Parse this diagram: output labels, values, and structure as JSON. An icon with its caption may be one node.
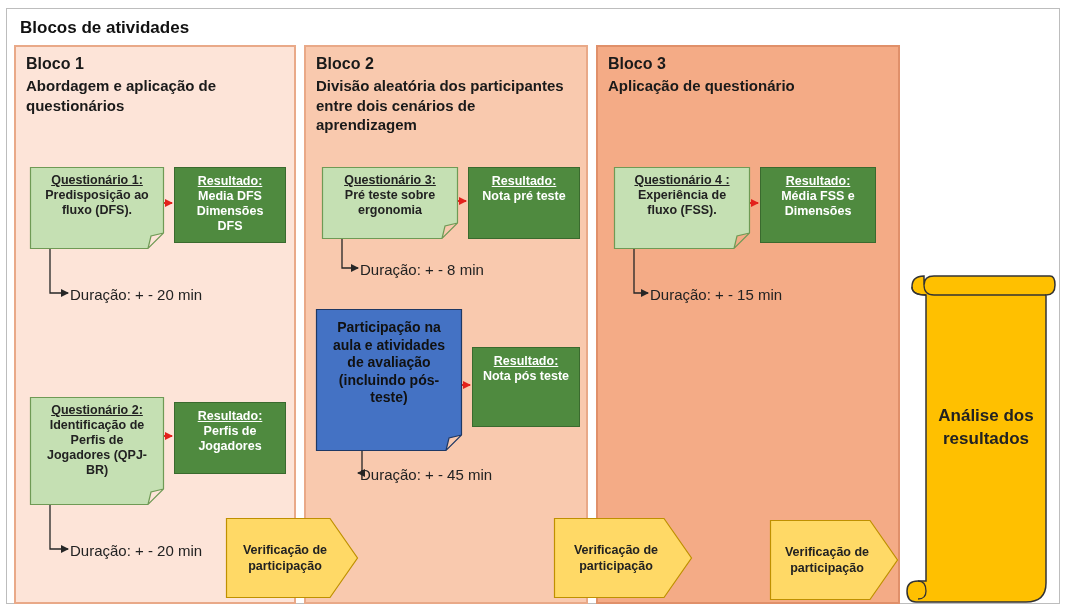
{
  "diagram": {
    "title": "Blocos de atividades",
    "nodes": [
      {
        "text": [
          "Bloco 1",
          "Abordagem e aplicação de questionários"
        ]
      },
      {
        "text": [
          "Questionário 1:",
          "Predisposição ao fluxo (DFS)."
        ],
        "in": 0
      },
      {
        "text": [
          "Resultado:",
          "Media DFS Dimensões DFS"
        ],
        "in": 0
      },
      {
        "text": [
          "Duração: + - 20 min"
        ],
        "in": 0
      },
      {
        "text": [
          "Questionário 2:",
          "Identificação de Perfis de Jogadores (QPJ-BR)"
        ],
        "in": 0
      },
      {
        "text": [
          "Resultado:",
          "Perfis de Jogadores"
        ],
        "in": 0
      },
      {
        "text": [
          "Duração: + - 20 min"
        ],
        "in": 0
      },
      {
        "text": [
          "Bloco 2",
          "Divisão aleatória dos participantes entre dois cenários de aprendizagem"
        ]
      },
      {
        "text": [
          "Questionário 3:",
          "Pré teste sobre ergonomia"
        ],
        "in": 7
      },
      {
        "text": [
          "Resultado:",
          "Nota pré teste"
        ],
        "in": 7
      },
      {
        "text": [
          "Duração: + - 8 min"
        ],
        "in": 7
      },
      {
        "text": [
          "Participação na aula e atividades de avaliação (incluindo pós-teste)"
        ],
        "in": 7
      },
      {
        "text": [
          "Resultado:",
          "Nota pós teste"
        ],
        "in": 7
      },
      {
        "text": [
          "Duração: + - 45 min"
        ],
        "in": 7
      },
      {
        "text": [
          "Bloco 3",
          "Aplicação de questionário"
        ]
      },
      {
        "text": [
          "Questionário 4 :",
          "Experiência de fluxo (FSS)."
        ],
        "in": 14
      },
      {
        "text": [
          "Resultado:",
          "Média FSS e Dimensões"
        ],
        "in": 14
      },
      {
        "text": [
          "Duração: + - 15 min"
        ],
        "in": 14
      },
      {
        "text": [
          "Verificação de participação"
        ]
      },
      {
        "text": [
          "Verificação de participação"
        ]
      },
      {
        "text": [
          "Verificação de participação"
        ],
        "in": 14
      },
      {
        "text": [
          "Análise dos resultados"
        ]
      }
    ],
    "edges": [
      {
        "from": 1,
        "to": 2,
        "arrow": "to"
      },
      {
        "from": 1,
        "to": 3,
        "arrow": "to",
        "color": "#262626"
      },
      {
        "from": 4,
        "to": 5,
        "arrow": "to"
      },
      {
        "from": 4,
        "to": 6,
        "arrow": "to",
        "color": "#262626"
      },
      {
        "from": 8,
        "to": 9,
        "arrow": "to"
      },
      {
        "from": 8,
        "to": 10,
        "arrow": "to",
        "color": "#262626"
      },
      {
        "from": 11,
        "to": 12,
        "arrow": "to"
      },
      {
        "from": 11,
        "to": 13,
        "arrow": "to",
        "color": "#262626"
      },
      {
        "from": 15,
        "to": 16,
        "arrow": "to"
      },
      {
        "from": 15,
        "to": 17,
        "arrow": "to",
        "color": "#262626"
      }
    ]
  }
}
